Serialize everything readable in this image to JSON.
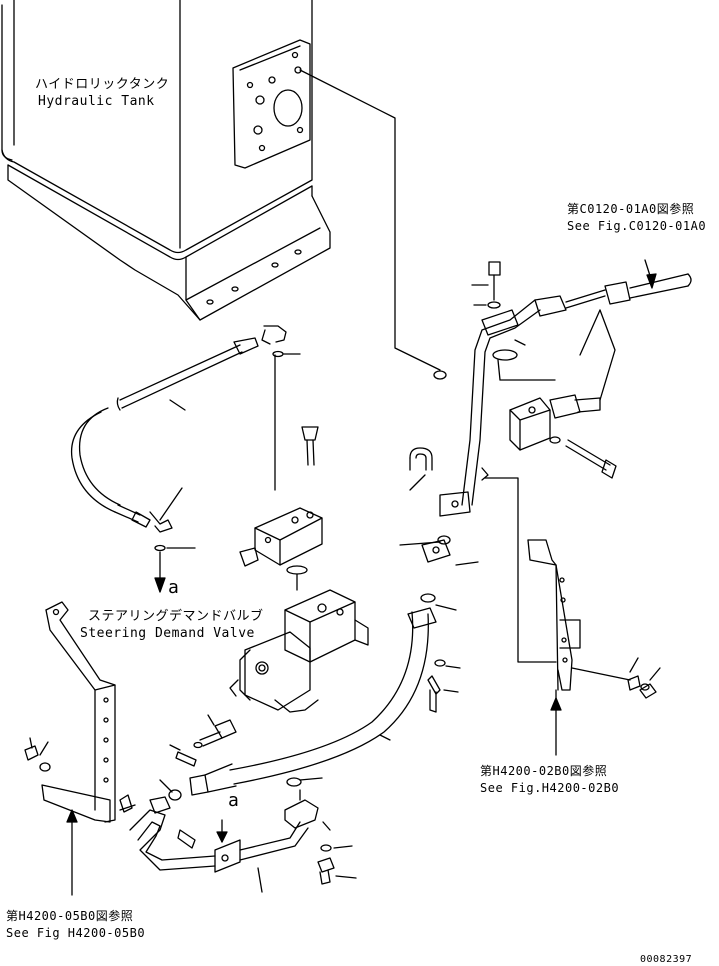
{
  "labels": {
    "tank_jp": "ハイドロリックタンク",
    "tank_en": "Hydraulic Tank",
    "ref_c0120_jp": "第C0120-01A0図参照",
    "ref_c0120_en": "See Fig.C0120-01A0",
    "valve_jp": "ステアリングデマンドバルブ",
    "valve_en": "Steering Demand Valve",
    "ref_h4200_02_jp": "第H4200-02B0図参照",
    "ref_h4200_02_en": "See Fig.H4200-02B0",
    "ref_h4200_05_jp": "第H4200-05B0図参照",
    "ref_h4200_05_en": "See Fig H4200-05B0",
    "marker_a_left": "a",
    "marker_a_bottom": "a",
    "drawing_number": "00082397"
  }
}
